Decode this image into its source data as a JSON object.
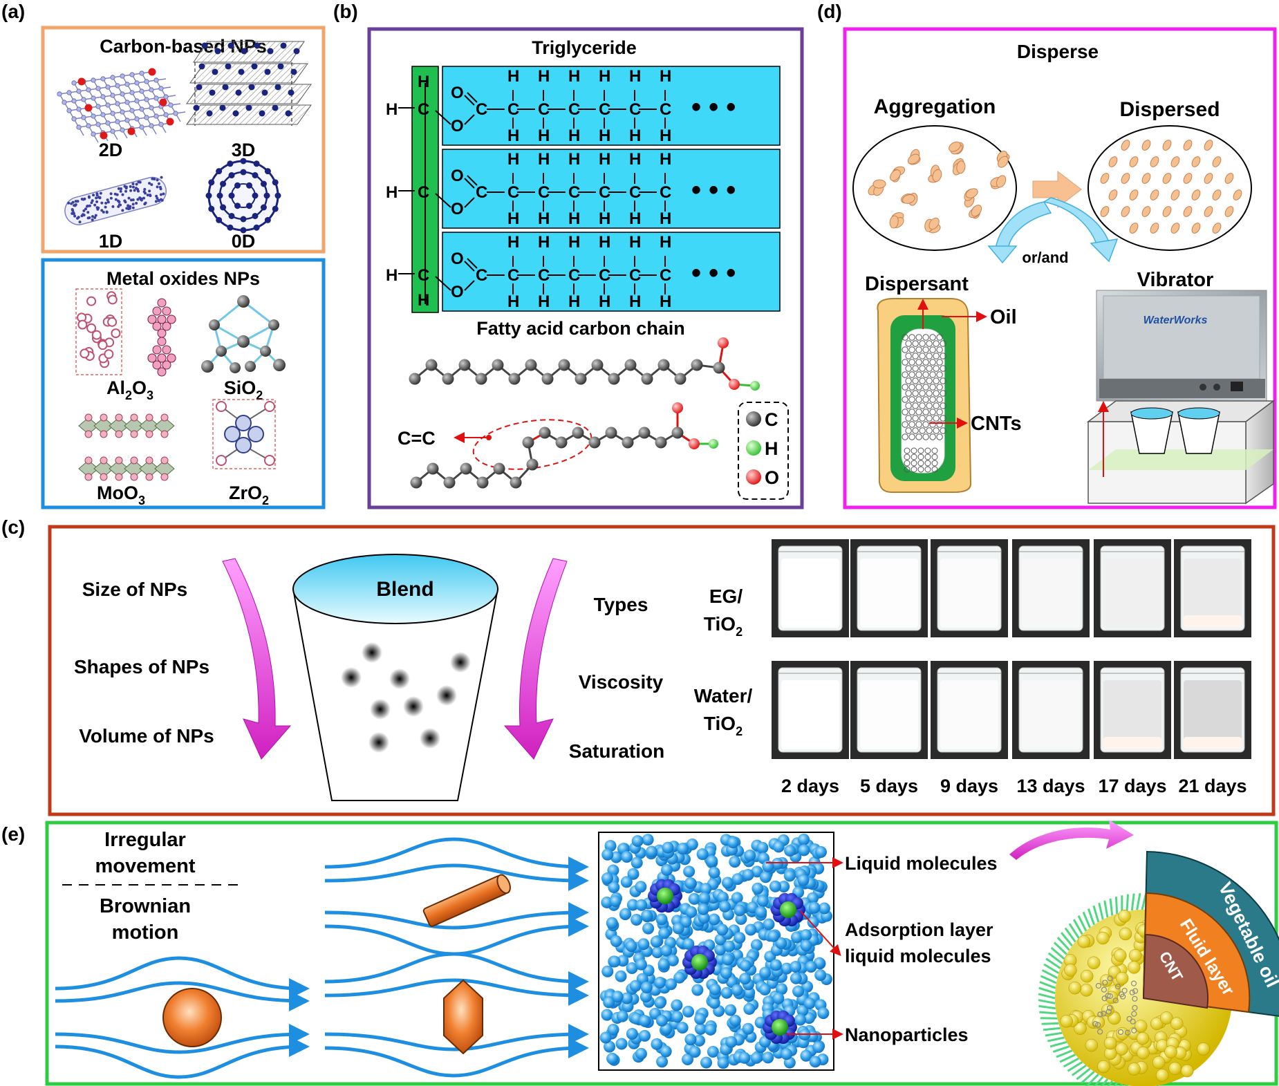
{
  "panels": {
    "a": {
      "tag": "(a)",
      "carbon_title": "Carbon-based NPs",
      "c2d": "2D",
      "c3d": "3D",
      "c1d": "1D",
      "c0d": "0D",
      "metal_title": "Metal oxides NPs",
      "al": {
        "base": "Al",
        "sub1": "2",
        "mid": "O",
        "sub2": "3"
      },
      "si": {
        "base": "SiO",
        "sub": "2"
      },
      "mo": {
        "base": "MoO",
        "sub": "3"
      },
      "zr": {
        "base": "ZrO",
        "sub": "2"
      }
    },
    "b": {
      "tag": "(b)",
      "title": "Triglyceride",
      "h": "H",
      "c": "C",
      "o": "O",
      "dots": "• • •",
      "fatty_title": "Fatty acid carbon chain",
      "cc_label": "C=C",
      "legend": [
        "C",
        "H",
        "O"
      ]
    },
    "c": {
      "tag": "(c)",
      "left_labels": [
        "Size of NPs",
        "Shapes of NPs",
        "Volume of NPs"
      ],
      "right_labels": [
        "Types",
        "Viscosity",
        "Saturation"
      ],
      "blend": "Blend",
      "row1": {
        "line1": "EG/",
        "base": "TiO",
        "sub": "2"
      },
      "row2": {
        "line1": "Water/",
        "base": "TiO",
        "sub": "2"
      },
      "days": [
        "2 days",
        "5 days",
        "9 days",
        "13 days",
        "17 days",
        "21 days"
      ],
      "cloudiness_eg": [
        1.0,
        0.97,
        0.92,
        0.86,
        0.72,
        0.62
      ],
      "cloudiness_water": [
        1.0,
        0.96,
        0.93,
        0.88,
        0.55,
        0.3
      ]
    },
    "d": {
      "tag": "(d)",
      "title": "Disperse",
      "aggregation": "Aggregation",
      "dispersed": "Dispersed",
      "or_and": "or/and",
      "dispersant": "Dispersant",
      "vibrator": "Vibrator",
      "oil": "Oil",
      "cnts": "CNTs",
      "brand": "WaterWorks"
    },
    "e": {
      "tag": "(e)",
      "irregular1": "Irregular",
      "irregular2": "movement",
      "brownian1": "Brownian",
      "brownian2": "motion",
      "liquid": "Liquid molecules",
      "adsorption1": "Adsorption layer",
      "adsorption2": "liquid molecules",
      "nanoparticles": "Nanoparticles",
      "veg_oil": "Vegetable oil",
      "fluid_layer": "Fluid layer",
      "cnt": "CNT"
    }
  },
  "colors": {
    "orange_frame": "#f0a56a",
    "blue_frame": "#1e8fe0",
    "purple_frame": "#6a3f9a",
    "magenta_frame": "#f020f0",
    "red_frame": "#c0391b",
    "green_frame": "#2ecc40",
    "cyan": "#40d8f8",
    "green_bar": "#20c050",
    "stream_blue": "#1e8fe0",
    "pink_arrow": "#e040e0"
  }
}
